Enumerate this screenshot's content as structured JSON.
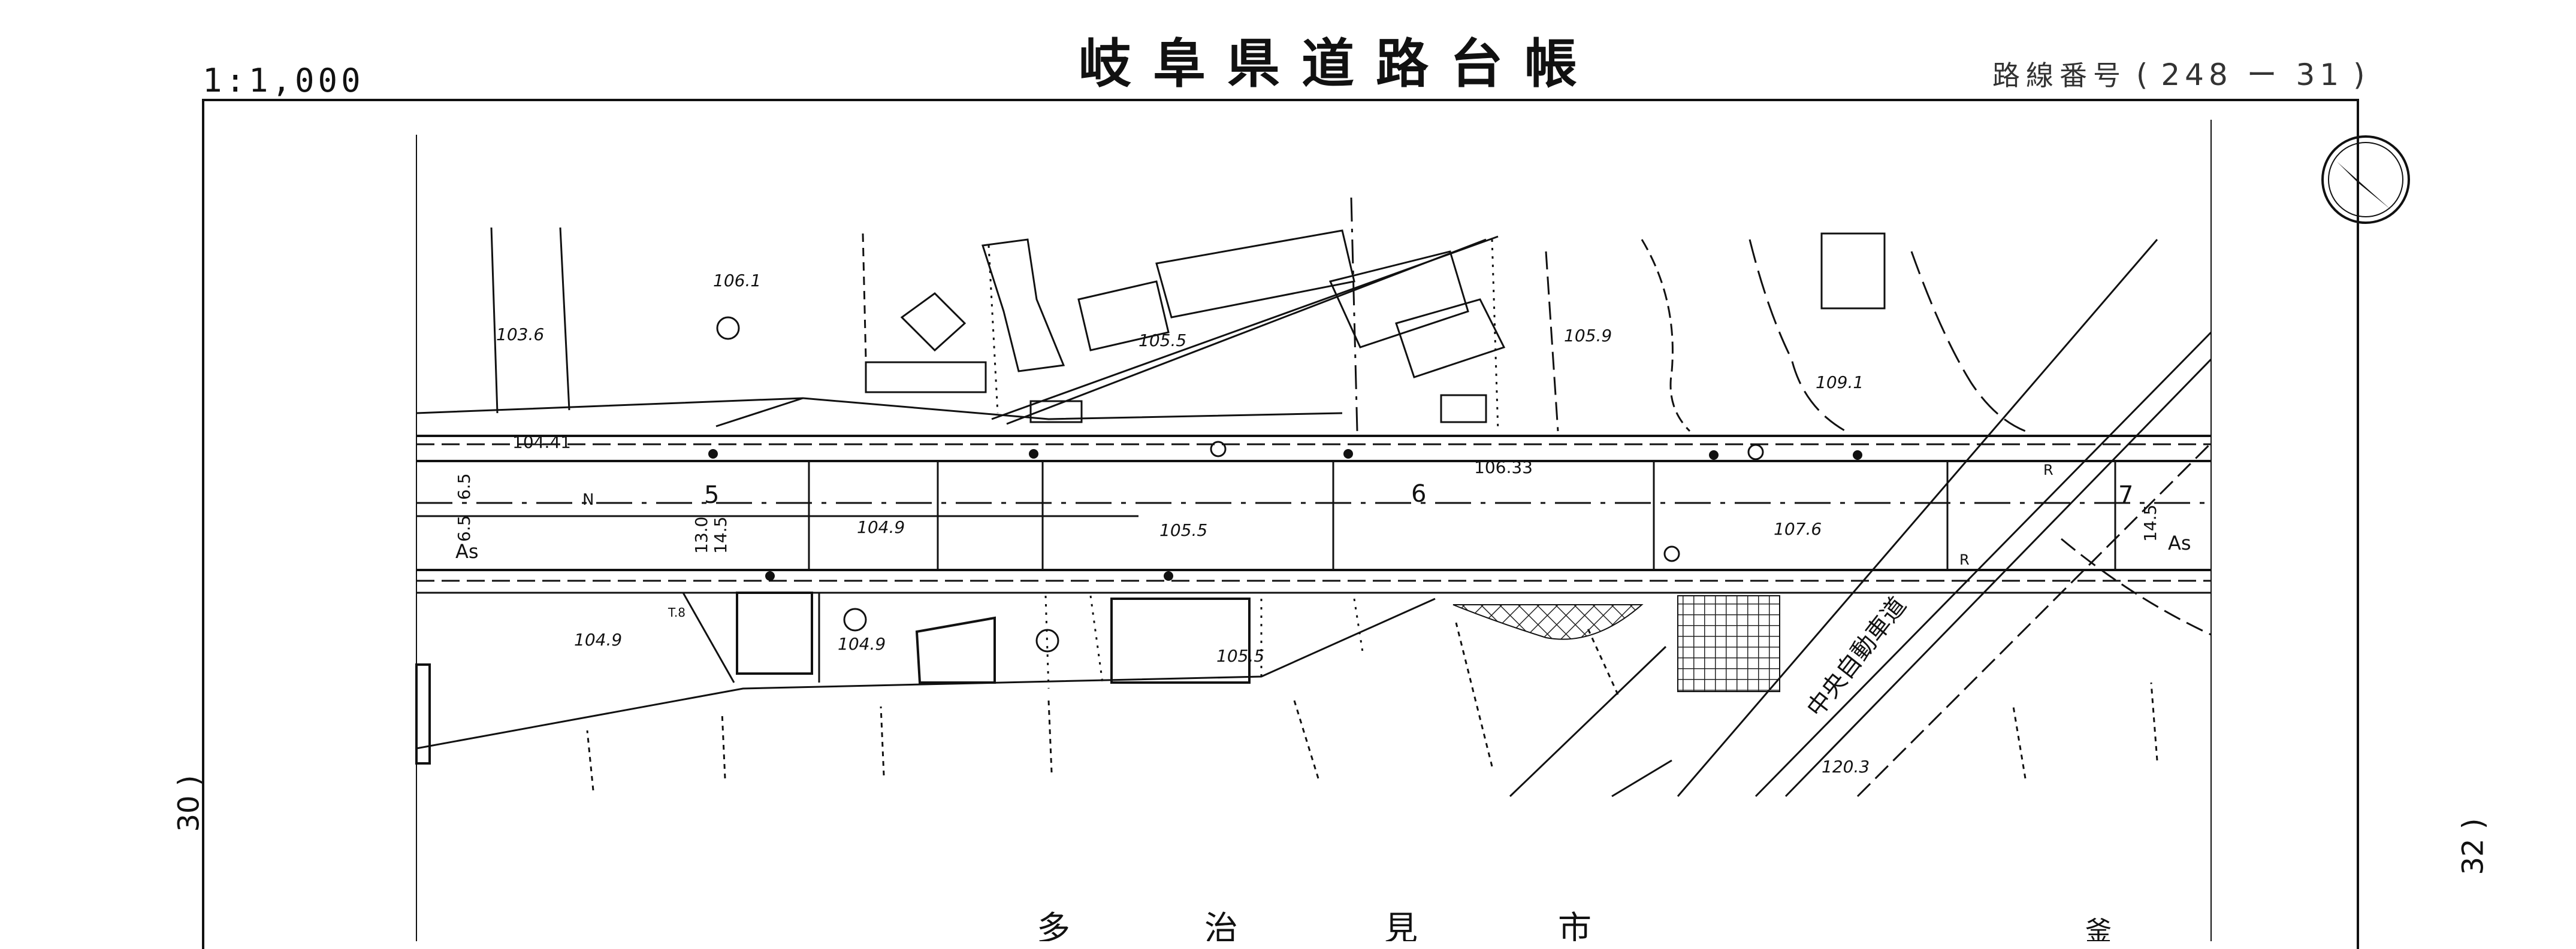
{
  "header": {
    "scale": "1:1,000",
    "title": "岐阜県道路台帳",
    "route_label": "路線番号",
    "route_open": "(",
    "route_value": "248 ー 31",
    "route_close": ")"
  },
  "sheet_refs": {
    "prev": "30 )",
    "next": "32 )"
  },
  "map": {
    "station_labels": [
      "5",
      "6",
      "7"
    ],
    "elevations": [
      "106.1",
      "103.6",
      "105.5",
      "105.9",
      "109.1",
      "104.41",
      "106.33",
      "104.9",
      "105.5",
      "107.6",
      "104.9",
      "104.9",
      "105.5",
      "120.3"
    ],
    "road_widths": [
      "6.5",
      "6.5",
      "13.0",
      "14.5",
      "14.5"
    ],
    "surface_labels": [
      "As",
      "As"
    ],
    "misc_labels": [
      "N",
      "T.8",
      "R",
      "R"
    ],
    "expressway_label": "中央自動車道",
    "city_chars": [
      "多",
      "治",
      "見",
      "市"
    ],
    "partial_char": "釜"
  }
}
